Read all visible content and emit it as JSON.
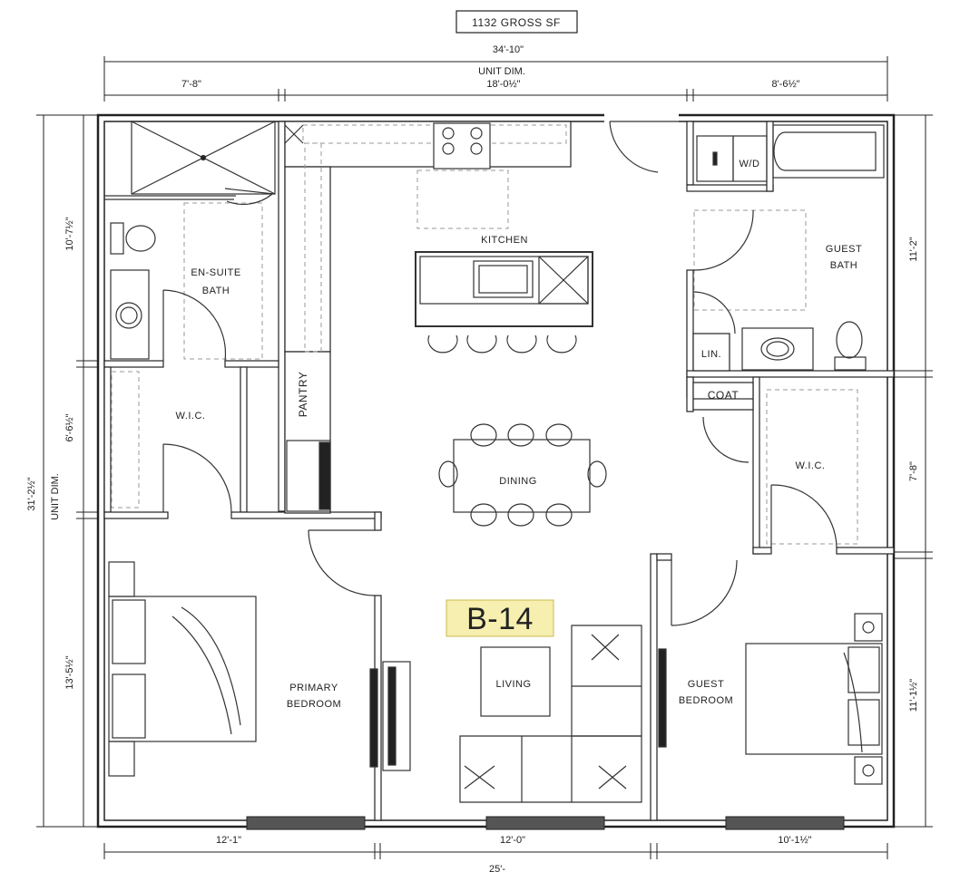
{
  "header": {
    "gross_sf": "1132 GROSS SF",
    "overall_width": "34'-10\"",
    "unit_dim_label": "UNIT DIM.",
    "unit_dim_top": "18'-0½\"",
    "top_left_dim": "7'-8\"",
    "top_right_dim": "8'-6½\""
  },
  "left_dims": {
    "overall": "31'-2½\"",
    "unit_dim_label": "UNIT DIM.",
    "upper": "10'-7½\"",
    "middle": "6'-6½\"",
    "lower": "13'-5½\""
  },
  "right_dims": {
    "upper": "11'-2\"",
    "middle": "7'-8\"",
    "lower": "11'-1½\""
  },
  "bottom_dims": {
    "left": "12'-1\"",
    "middle": "12'-0\"",
    "right": "10'-1½\"",
    "cut_off": "25'-"
  },
  "rooms": {
    "kitchen": "KITCHEN",
    "ensuite_line1": "EN-SUITE",
    "ensuite_line2": "BATH",
    "wic_left": "W.I.C.",
    "pantry": "PANTRY",
    "dining": "DINING",
    "guest_bath_line1": "GUEST",
    "guest_bath_line2": "BATH",
    "wd": "W/D",
    "lin": "LIN.",
    "coat": "COAT",
    "wic_right": "W.I.C.",
    "primary_line1": "PRIMARY",
    "primary_line2": "BEDROOM",
    "living": "LIVING",
    "guest_bed_line1": "GUEST",
    "guest_bed_line2": "BEDROOM"
  },
  "unit_tag": "B-14",
  "colors": {
    "tag_fill": "#f6efb0",
    "wall": "#222222"
  }
}
